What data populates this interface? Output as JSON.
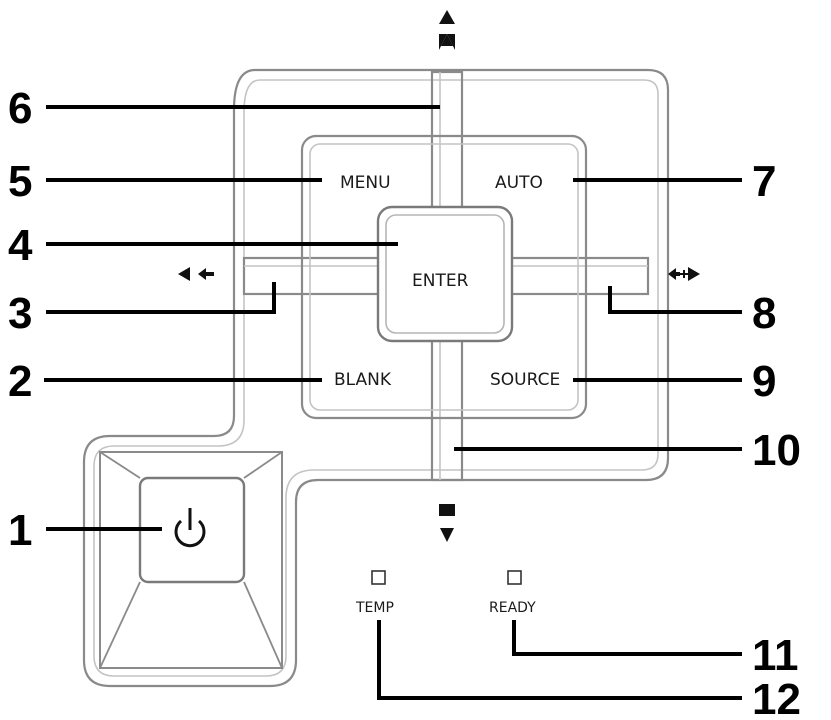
{
  "callouts": {
    "c1": "1",
    "c2": "2",
    "c3": "3",
    "c4": "4",
    "c5": "5",
    "c6": "6",
    "c7": "7",
    "c8": "8",
    "c9": "9",
    "c10": "10",
    "c11": "11",
    "c12": "12"
  },
  "keys": {
    "menu": "MENU",
    "auto": "AUTO",
    "enter": "ENTER",
    "blank": "BLANK",
    "source": "SOURCE"
  },
  "indicators": {
    "temp": "TEMP",
    "ready": "READY"
  },
  "glyphs": {
    "power": "power-icon",
    "up": "arrow-up-icon",
    "down": "arrow-down-icon",
    "left": "arrow-left-icon",
    "right": "arrow-right-icon"
  }
}
